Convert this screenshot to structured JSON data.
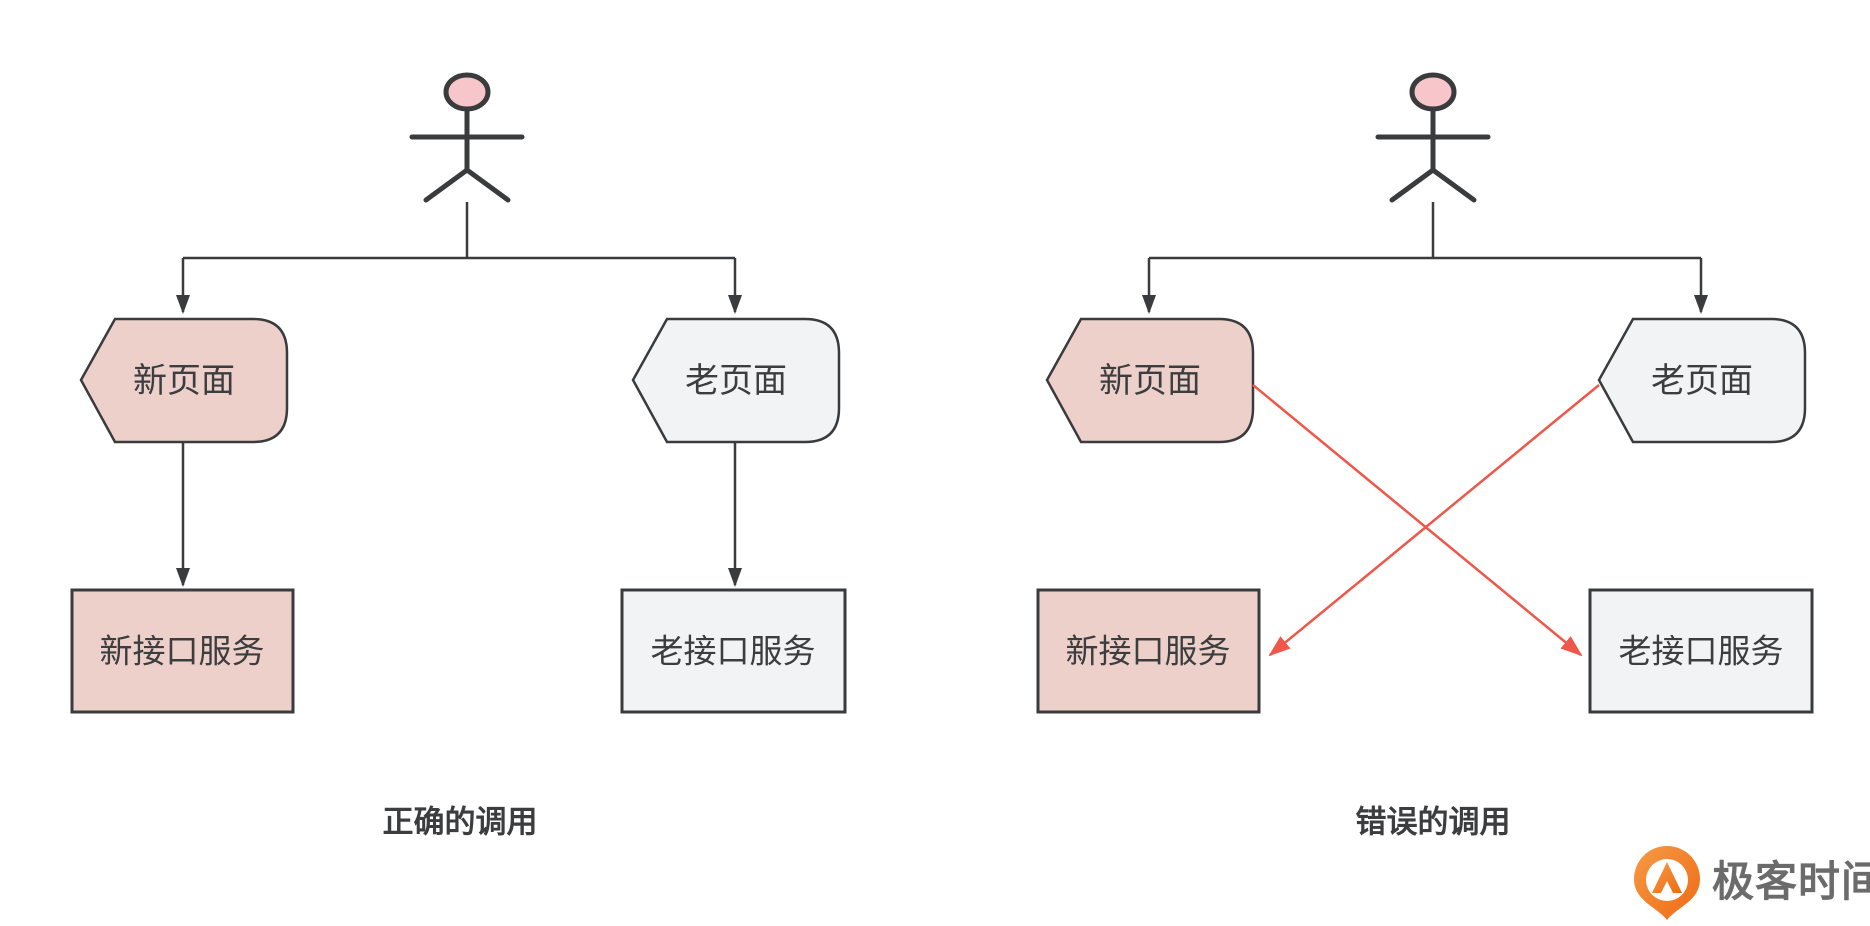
{
  "diagrams": [
    {
      "id": "correct",
      "caption": "正确的调用",
      "nodes": {
        "page_new": "新页面",
        "page_old": "老页面",
        "service_new": "新接口服务",
        "service_old": "老接口服务"
      }
    },
    {
      "id": "wrong",
      "caption": "错误的调用",
      "nodes": {
        "page_new": "新页面",
        "page_old": "老页面",
        "service_new": "新接口服务",
        "service_old": "老接口服务"
      }
    }
  ],
  "logo": {
    "text": "极客时间"
  },
  "colors": {
    "bg": "#ffffff",
    "ink": "#3a3b3d",
    "text": "#3c3d3f",
    "pink_fill": "#edd0ca",
    "gray_fill": "#f2f3f5",
    "head_pink": "#f7c6cb",
    "red": "#ee5749",
    "logo_orange_light": "#f79a45",
    "logo_orange_dark": "#ee6a14",
    "logo_text": "#6b6b6b"
  }
}
